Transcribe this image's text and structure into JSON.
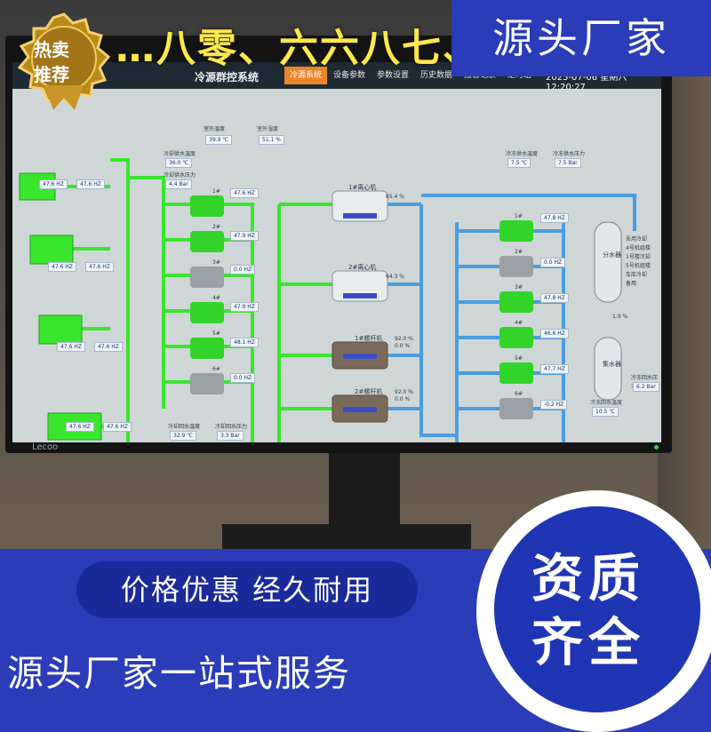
{
  "headline": "…八零、六六八七、",
  "brand": "源头厂家",
  "badge": {
    "line1": "热卖",
    "line2": "推荐"
  },
  "monitor": {
    "bezel_logo": "Lecoo",
    "app_title": "冷源群控系统",
    "tabs": [
      "冷源系统",
      "设备参数",
      "参数设置",
      "历史数据",
      "报警记录",
      "定时组"
    ],
    "active_tab": "冷源系统",
    "datetime": "2025-07-06  星期六  12:20:27",
    "temps": {
      "top_left_label": "室外温度",
      "top_left_value": "39.9 ℃",
      "top_right_label": "室外湿度",
      "top_right_value": "51.1 %",
      "cw_supply_label": "冷却供水温度",
      "cw_supply_value": "36.0 ℃",
      "cw_pressure_label": "冷却供水压力",
      "cw_pressure_value": "4.4 Bar",
      "cw_return_label": "冷却回水温度",
      "cw_return_value": "32.9 ℃",
      "cw_return_pressure_label": "冷却回水压力",
      "cw_return_pressure_value": "3.3 Bar",
      "chw_supply_label": "冷冻供水温度",
      "chw_supply_value": "7.5 ℃",
      "chw_supply_pressure_label": "冷冻供水压力",
      "chw_supply_pressure_value": "7.5 Bar",
      "chw_return_label": "冷冻回水温度",
      "chw_return_value": "10.5 ℃",
      "chw_return_pressure_label": "冷冻回水压力",
      "chw_return_pressure_value": "6.2 Bar"
    },
    "towers": [
      {
        "freq1": "47.6 HZ",
        "freq2": "47.6 HZ"
      },
      {
        "freq1": "47.6 HZ",
        "freq2": "47.6 HZ"
      },
      {
        "freq1": "47.6 HZ",
        "freq2": "47.6 HZ"
      },
      {
        "freq1": "47.6 HZ",
        "freq2": "47.6 HZ"
      }
    ],
    "cooling_pumps": [
      {
        "name": "1#",
        "freq": "47.6 HZ",
        "status": "run"
      },
      {
        "name": "2#",
        "freq": "47.9 HZ",
        "status": "run"
      },
      {
        "name": "3#",
        "freq": "0.0 HZ",
        "status": "stop"
      },
      {
        "name": "4#",
        "freq": "47.9 HZ",
        "status": "run"
      },
      {
        "name": "5#",
        "freq": "48.1 HZ",
        "status": "run"
      },
      {
        "name": "6#",
        "freq": "0.0 HZ",
        "status": "stop"
      }
    ],
    "chillers": [
      {
        "name": "1#离心机",
        "load": "65.4 %",
        "extra": ""
      },
      {
        "name": "2#离心机",
        "load": "64.3 %",
        "extra": ""
      },
      {
        "name": "1#螺杆机",
        "load": "92.0 %",
        "extra": "0.0 %"
      },
      {
        "name": "2#螺杆机",
        "load": "92.0 %",
        "extra": "0.0 %"
      }
    ],
    "chilled_pumps": [
      {
        "name": "1#",
        "freq": "47.8 HZ",
        "status": "run"
      },
      {
        "name": "2#",
        "freq": "0.0 HZ",
        "status": "stop"
      },
      {
        "name": "3#",
        "freq": "47.8 HZ",
        "status": "run"
      },
      {
        "name": "4#",
        "freq": "46.6 HZ",
        "status": "run"
      },
      {
        "name": "5#",
        "freq": "47.7 HZ",
        "status": "run"
      },
      {
        "name": "6#",
        "freq": "-0.2 HZ",
        "status": "stop"
      }
    ],
    "header_labels": {
      "supply": "分水器",
      "return": "集水器",
      "bypass": "1.9 %"
    },
    "branches": [
      "吾用冷却",
      "4号机组楼",
      "1号楼冷却",
      "5号机组楼",
      "车库冷却",
      "备用"
    ]
  },
  "promo": {
    "slogan": "价格优惠   经久耐用",
    "service": "源头厂家一站式服务",
    "quality_line1": "资质",
    "quality_line2": "齐全"
  },
  "colors": {
    "accent_blue": "#2a3cb8",
    "pipe_green": "#39e52d",
    "pipe_blue": "#4a9ee0",
    "headline_yellow": "#ffe84a",
    "tab_orange": "#e9872a"
  }
}
